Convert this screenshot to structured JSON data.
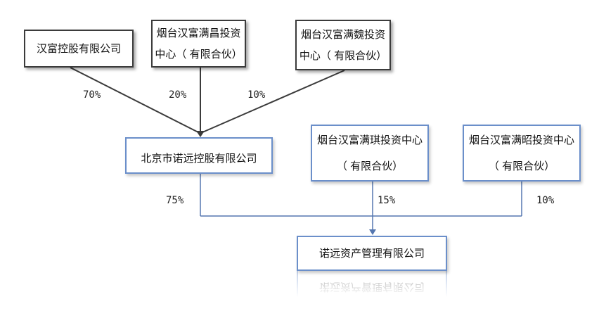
{
  "parent_holders": [
    {
      "name_lines": [
        "汉富控股有限公司"
      ],
      "share": "70%"
    },
    {
      "name_lines": [
        "烟台汉富满昌投资",
        "中心（ 有限合伙）"
      ],
      "share": "20%"
    },
    {
      "name_lines": [
        "烟台汉富满魏投资",
        "中心（ 有限合伙）"
      ],
      "share": "10%"
    }
  ],
  "holding_company": {
    "name": "北京市诺远控股有限公司",
    "share": "75%"
  },
  "co_investors": [
    {
      "name_lines": [
        "烟台汉富满琪投资中心",
        "（ 有限合伙）"
      ],
      "share": "15%"
    },
    {
      "name_lines": [
        "烟台汉富满昭投资中心",
        "（ 有限合伙）"
      ],
      "share": "10%"
    }
  ],
  "target_company": {
    "name": "诺远资产管理有限公司"
  },
  "colors": {
    "parent_box_border": "#3b3b3b",
    "entity_box_border": "#6b8fca",
    "parent_connector": "#3b3b3b",
    "entity_connector": "#5577b0",
    "text": "#111111"
  }
}
